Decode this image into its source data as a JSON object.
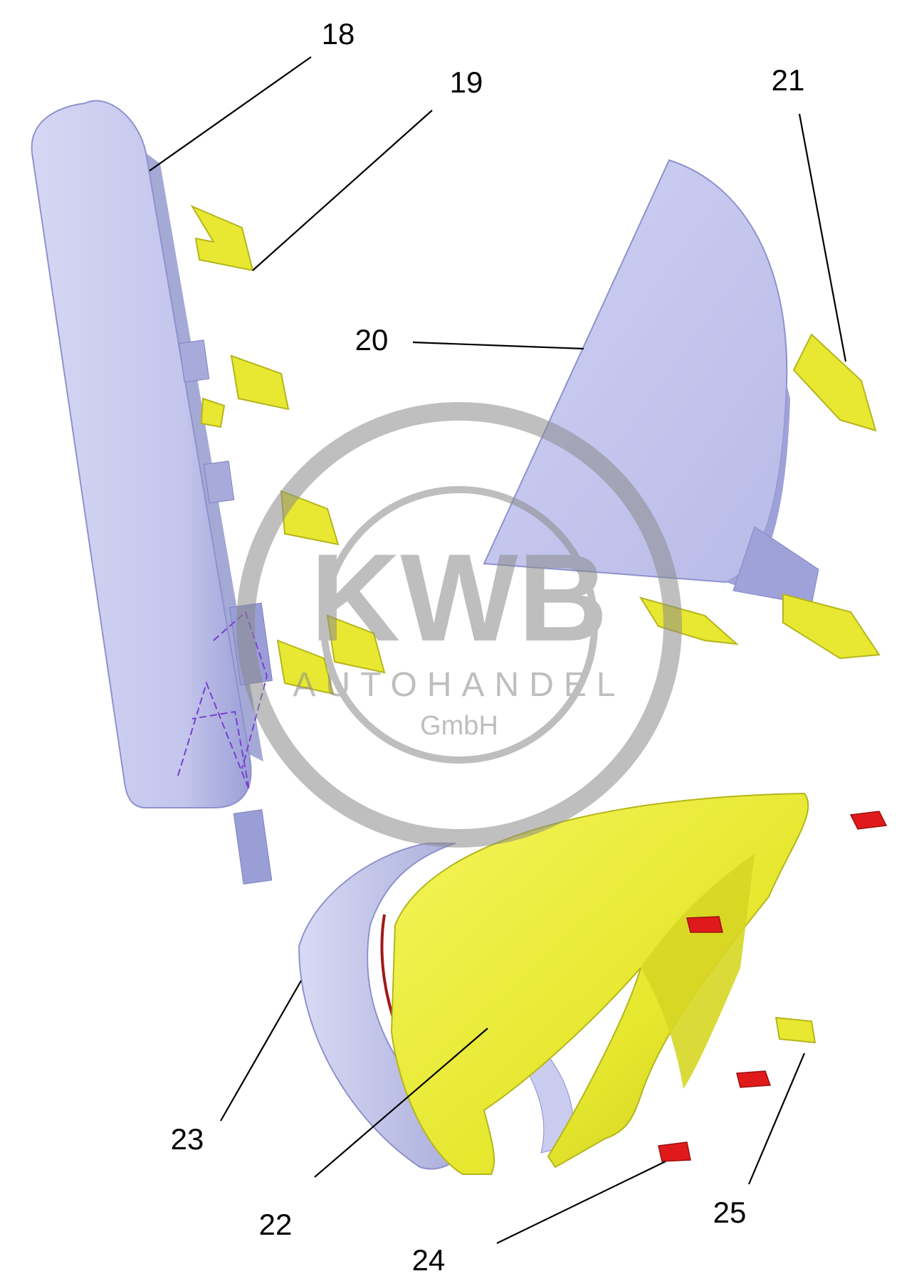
{
  "callouts": [
    {
      "id": "18",
      "label": "18"
    },
    {
      "id": "19",
      "label": "19"
    },
    {
      "id": "20",
      "label": "20"
    },
    {
      "id": "21",
      "label": "21"
    },
    {
      "id": "22",
      "label": "22"
    },
    {
      "id": "23",
      "label": "23"
    },
    {
      "id": "24",
      "label": "24"
    },
    {
      "id": "25",
      "label": "25"
    }
  ],
  "watermark": {
    "logo": "KWB",
    "line1": "AUTOHANDEL",
    "line2": "GmbH"
  },
  "colors": {
    "panel": "#c6c8ee",
    "panel_shade": "#9ea2d8",
    "clip_yellow": "#e8e832",
    "cover_yellow": "#eef03a",
    "clip_red": "#e01a1a",
    "seal_red": "#a01818",
    "watermark": "#8a8a8a"
  }
}
